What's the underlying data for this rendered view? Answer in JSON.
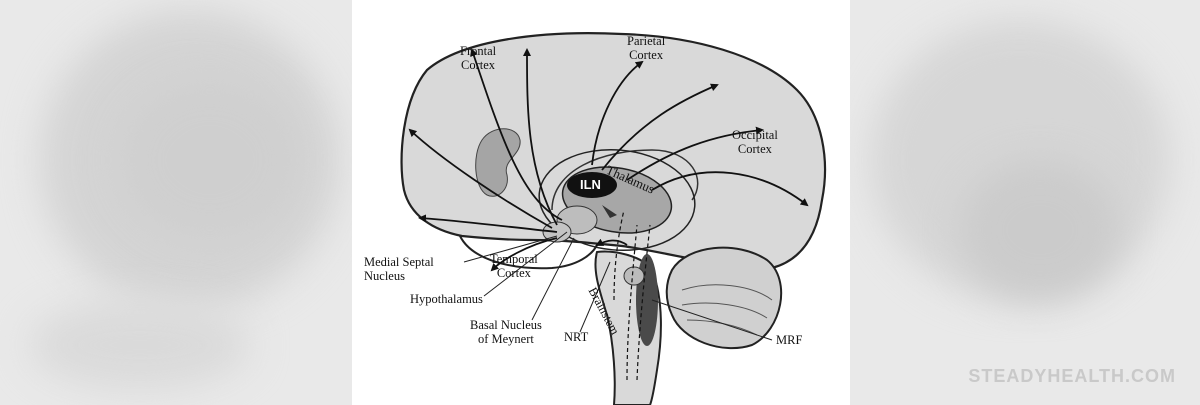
{
  "labels": {
    "frontal_cortex": "Frontal\nCortex",
    "parietal_cortex": "Parietal\nCortex",
    "occipital_cortex": "Occipital\nCortex",
    "thalamus": "Thalamus",
    "iln": "ILN",
    "medial_septal_nucleus": "Medial Septal\nNucleus",
    "temporal_cortex": "Temporal\nCortex",
    "hypothalamus": "Hypothalamus",
    "basal_nucleus": "Basal Nucleus\nof Meynert",
    "nrt": "NRT",
    "brainstem": "Brainstem",
    "mrf": "MRF"
  },
  "watermark": "STEADYHEALTH.COM"
}
